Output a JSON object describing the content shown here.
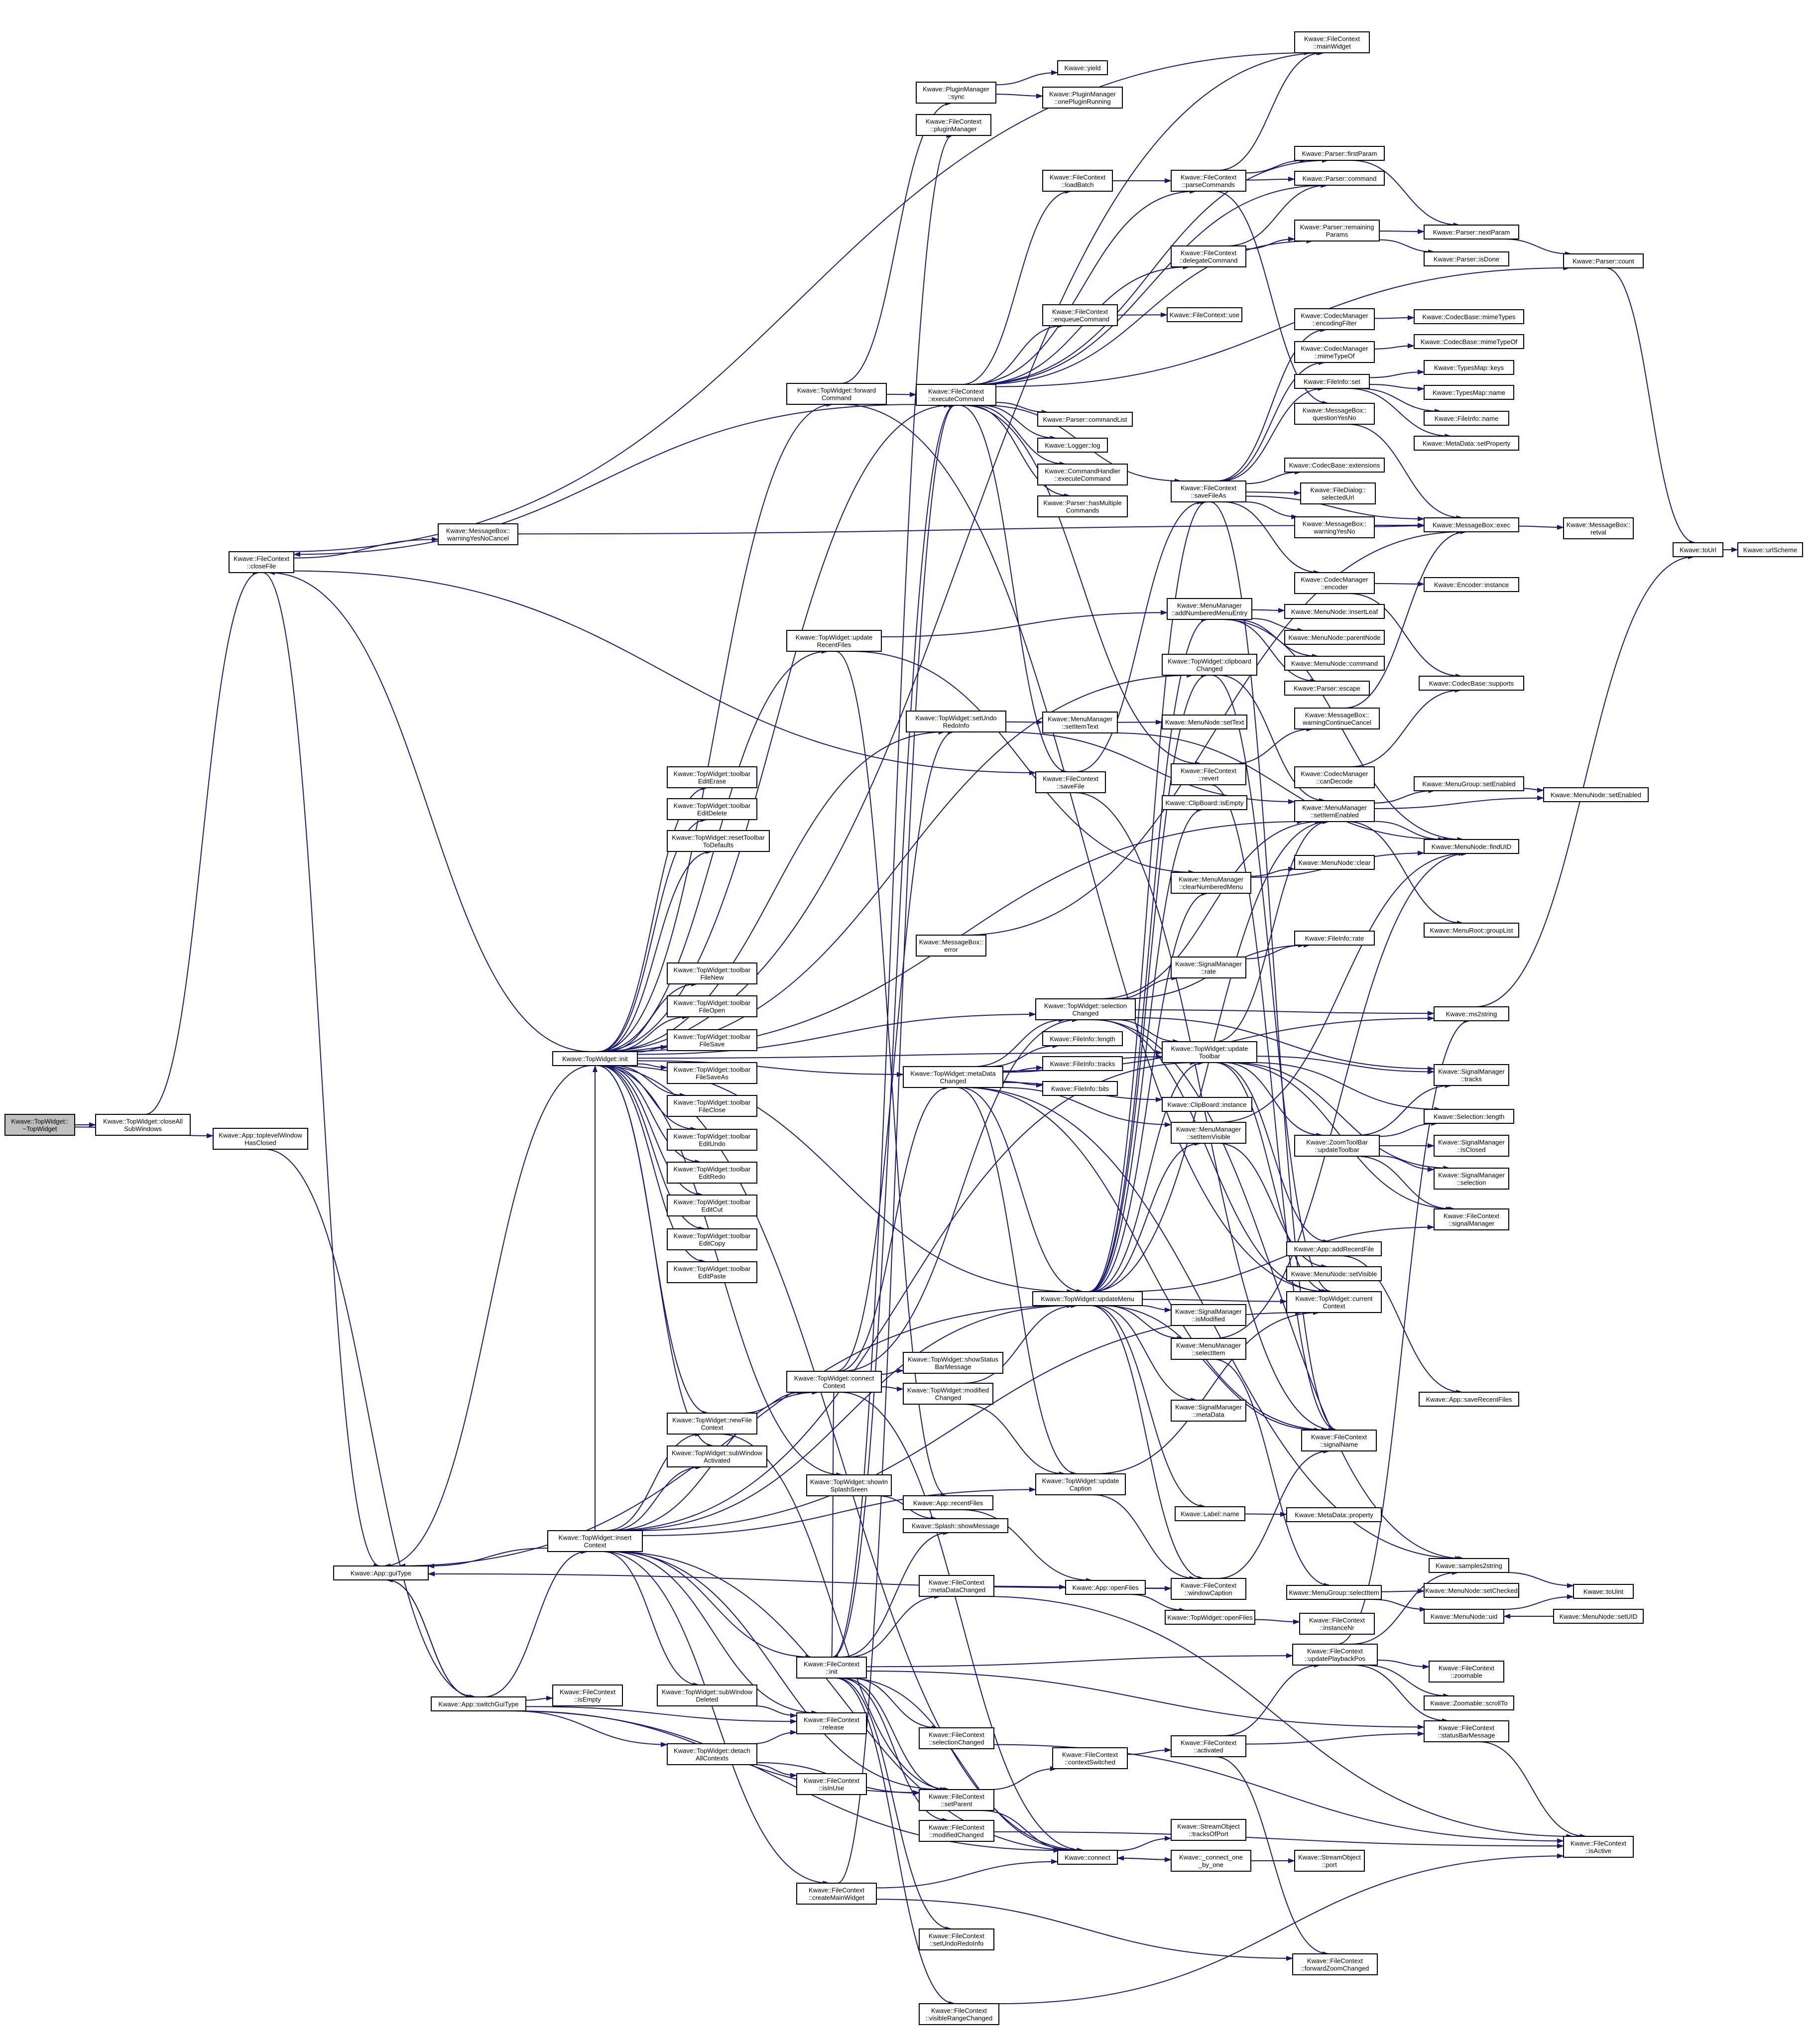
{
  "colors": {
    "edge": "#191970",
    "node_border": "#000000",
    "root_fill": "#bfbfbf",
    "background": "#ffffff"
  },
  "nodes": [
    {
      "id": "root",
      "lines": [
        "Kwave::TopWidget::",
        "~TopWidget"
      ],
      "root": true
    },
    {
      "id": "closeAll",
      "lines": [
        "Kwave::TopWidget::closeAll",
        "SubWindows"
      ]
    },
    {
      "id": "toplevelClosed",
      "lines": [
        "Kwave::App::toplevelWindow",
        "HasClosed"
      ]
    },
    {
      "id": "closeFile",
      "lines": [
        "Kwave::FileContext",
        "::closeFile"
      ]
    },
    {
      "id": "warnYNC",
      "lines": [
        "Kwave::MessageBox::",
        "warningYesNoCancel"
      ]
    },
    {
      "id": "guiType",
      "lines": [
        "Kwave::App::guiType"
      ]
    },
    {
      "id": "switchGui",
      "lines": [
        "Kwave::App::switchGuiType"
      ]
    },
    {
      "id": "insertCtx",
      "lines": [
        "Kwave::TopWidget::insert",
        "Context"
      ]
    },
    {
      "id": "twInit",
      "lines": [
        "Kwave::TopWidget::init"
      ]
    },
    {
      "id": "fwdCmd",
      "lines": [
        "Kwave::TopWidget::forward",
        "Command"
      ]
    },
    {
      "id": "updRecent",
      "lines": [
        "Kwave::TopWidget::update",
        "RecentFiles"
      ]
    },
    {
      "id": "tbEditErase",
      "lines": [
        "Kwave::TopWidget::toolbar",
        "EditErase"
      ]
    },
    {
      "id": "tbEditDelete",
      "lines": [
        "Kwave::TopWidget::toolbar",
        "EditDelete"
      ]
    },
    {
      "id": "resetToolbar",
      "lines": [
        "Kwave::TopWidget::resetToolbar",
        "ToDefaults"
      ]
    },
    {
      "id": "tbFileNew",
      "lines": [
        "Kwave::TopWidget::toolbar",
        "FileNew"
      ]
    },
    {
      "id": "tbFileOpen",
      "lines": [
        "Kwave::TopWidget::toolbar",
        "FileOpen"
      ]
    },
    {
      "id": "tbFileSave",
      "lines": [
        "Kwave::TopWidget::toolbar",
        "FileSave"
      ]
    },
    {
      "id": "tbFileSaveAs",
      "lines": [
        "Kwave::TopWidget::toolbar",
        "FileSaveAs"
      ]
    },
    {
      "id": "tbFileClose",
      "lines": [
        "Kwave::TopWidget::toolbar",
        "FileClose"
      ]
    },
    {
      "id": "tbEditUndo",
      "lines": [
        "Kwave::TopWidget::toolbar",
        "EditUndo"
      ]
    },
    {
      "id": "tbEditRedo",
      "lines": [
        "Kwave::TopWidget::toolbar",
        "EditRedo"
      ]
    },
    {
      "id": "tbEditCut",
      "lines": [
        "Kwave::TopWidget::toolbar",
        "EditCut"
      ]
    },
    {
      "id": "tbEditCopy",
      "lines": [
        "Kwave::TopWidget::toolbar",
        "EditCopy"
      ]
    },
    {
      "id": "tbEditPaste",
      "lines": [
        "Kwave::TopWidget::toolbar",
        "EditPaste"
      ]
    },
    {
      "id": "connectCtx",
      "lines": [
        "Kwave::TopWidget::connect",
        "Context"
      ]
    },
    {
      "id": "newFileCtx",
      "lines": [
        "Kwave::TopWidget::newFile",
        "Context"
      ]
    },
    {
      "id": "subWinAct",
      "lines": [
        "Kwave::TopWidget::subWindow",
        "Activated"
      ]
    },
    {
      "id": "showSplash",
      "lines": [
        "Kwave::TopWidget::showIn",
        "SplashSreen"
      ]
    },
    {
      "id": "isEmptyFC",
      "lines": [
        "Kwave::FileContext",
        "::isEmpty"
      ]
    },
    {
      "id": "subWinDel",
      "lines": [
        "Kwave::TopWidget::subWindow",
        "Deleted"
      ]
    },
    {
      "id": "detachAll",
      "lines": [
        "Kwave::TopWidget::detach",
        "AllContexts"
      ]
    },
    {
      "id": "release",
      "lines": [
        "Kwave::FileContext",
        "::release"
      ]
    },
    {
      "id": "isInUse",
      "lines": [
        "Kwave::FileContext",
        "::isInUse"
      ]
    },
    {
      "id": "fcInit",
      "lines": [
        "Kwave::FileContext",
        "::init"
      ]
    },
    {
      "id": "createMain",
      "lines": [
        "Kwave::FileContext",
        "::createMainWidget"
      ]
    },
    {
      "id": "pmSync",
      "lines": [
        "Kwave::PluginManager",
        "::sync"
      ]
    },
    {
      "id": "pluginMgr",
      "lines": [
        "Kwave::FileContext",
        "::pluginManager"
      ]
    },
    {
      "id": "execCmd",
      "lines": [
        "Kwave::FileContext",
        "::executeCommand"
      ]
    },
    {
      "id": "loadBatch",
      "lines": [
        "Kwave::FileContext",
        "::loadBatch"
      ]
    },
    {
      "id": "enqueueCmd",
      "lines": [
        "Kwave::FileContext",
        "::enqueueCommand"
      ]
    },
    {
      "id": "cmdList",
      "lines": [
        "Kwave::Parser::commandList"
      ]
    },
    {
      "id": "loggerLog",
      "lines": [
        "Kwave::Logger::log"
      ]
    },
    {
      "id": "chExec",
      "lines": [
        "Kwave::CommandHandler",
        "::executeCommand"
      ]
    },
    {
      "id": "hasMulti",
      "lines": [
        "Kwave::Parser::hasMultiple",
        "Commands"
      ]
    },
    {
      "id": "setUndoRedo",
      "lines": [
        "Kwave::TopWidget::setUndo",
        "RedoInfo"
      ]
    },
    {
      "id": "saveFile",
      "lines": [
        "Kwave::FileContext",
        "::saveFile"
      ]
    },
    {
      "id": "msgError",
      "lines": [
        "Kwave::MessageBox::",
        "error"
      ]
    },
    {
      "id": "selChanged",
      "lines": [
        "Kwave::TopWidget::selection",
        "Changed"
      ]
    },
    {
      "id": "metaChanged",
      "lines": [
        "Kwave::TopWidget::metaData",
        "Changed"
      ]
    },
    {
      "id": "updateMenu",
      "lines": [
        "Kwave::TopWidget::updateMenu"
      ]
    },
    {
      "id": "showStatus",
      "lines": [
        "Kwave::TopWidget::showStatus",
        "BarMessage"
      ]
    },
    {
      "id": "modChangedTW",
      "lines": [
        "Kwave::TopWidget::modified",
        "Changed"
      ]
    },
    {
      "id": "updCaption",
      "lines": [
        "Kwave::TopWidget::update",
        "Caption"
      ]
    },
    {
      "id": "recentFiles",
      "lines": [
        "Kwave::App::recentFiles"
      ]
    },
    {
      "id": "splashMsg",
      "lines": [
        "Kwave::Splash::showMessage"
      ]
    },
    {
      "id": "fcMetaChanged",
      "lines": [
        "Kwave::FileContext",
        "::metaDataChanged"
      ]
    },
    {
      "id": "openFilesApp",
      "lines": [
        "Kwave::App::openFiles"
      ]
    },
    {
      "id": "openFilesTW",
      "lines": [
        "Kwave::TopWidget::openFiles"
      ]
    },
    {
      "id": "fcSelChanged",
      "lines": [
        "Kwave::FileContext",
        "::selectionChanged"
      ]
    },
    {
      "id": "setParent",
      "lines": [
        "Kwave::FileContext",
        "::setParent"
      ]
    },
    {
      "id": "fcModChanged",
      "lines": [
        "Kwave::FileContext",
        "::modifiedChanged"
      ]
    },
    {
      "id": "ctxSwitched",
      "lines": [
        "Kwave::FileContext",
        "::contextSwitched"
      ]
    },
    {
      "id": "connect",
      "lines": [
        "Kwave::connect"
      ]
    },
    {
      "id": "setUndoFC",
      "lines": [
        "Kwave::FileContext",
        "::setUndoRedoInfo"
      ]
    },
    {
      "id": "visRange",
      "lines": [
        "Kwave::FileContext",
        "::visibleRangeChanged"
      ]
    },
    {
      "id": "yield",
      "lines": [
        "Kwave::yield"
      ]
    },
    {
      "id": "onePlugin",
      "lines": [
        "Kwave::PluginManager",
        "::onePluginRunning"
      ]
    },
    {
      "id": "parseCmds",
      "lines": [
        "Kwave::FileContext",
        "::parseCommands"
      ]
    },
    {
      "id": "delegateCmd",
      "lines": [
        "Kwave::FileContext",
        "::delegateCommand"
      ]
    },
    {
      "id": "fcUse",
      "lines": [
        "Kwave::FileContext::use"
      ]
    },
    {
      "id": "saveFileAs",
      "lines": [
        "Kwave::FileContext",
        "::saveFileAs"
      ]
    },
    {
      "id": "mmAddNum",
      "lines": [
        "Kwave::MenuManager",
        "::addNumberedMenuEntry"
      ]
    },
    {
      "id": "clipChanged",
      "lines": [
        "Kwave::TopWidget::clipboard",
        "Changed"
      ]
    },
    {
      "id": "mmSetText",
      "lines": [
        "Kwave::MenuManager",
        "::setItemText"
      ]
    },
    {
      "id": "mnSetText",
      "lines": [
        "Kwave::MenuNode::setText"
      ]
    },
    {
      "id": "revert",
      "lines": [
        "Kwave::FileContext",
        "::revert"
      ]
    },
    {
      "id": "clipIsEmpty",
      "lines": [
        "Kwave::ClipBoard::isEmpty"
      ]
    },
    {
      "id": "mmClearNum",
      "lines": [
        "Kwave::MenuManager",
        "::clearNumberedMenu"
      ]
    },
    {
      "id": "smRate",
      "lines": [
        "Kwave::SignalManager",
        "::rate"
      ]
    },
    {
      "id": "fiLength",
      "lines": [
        "Kwave::FileInfo::length"
      ]
    },
    {
      "id": "fiTracks",
      "lines": [
        "Kwave::FileInfo::tracks"
      ]
    },
    {
      "id": "fiBits",
      "lines": [
        "Kwave::FileInfo::bits"
      ]
    },
    {
      "id": "updToolbar",
      "lines": [
        "Kwave::TopWidget::update",
        "Toolbar"
      ]
    },
    {
      "id": "clipInstance",
      "lines": [
        "Kwave::ClipBoard::instance"
      ]
    },
    {
      "id": "mmSetVisible",
      "lines": [
        "Kwave::MenuManager",
        "::setItemVisible"
      ]
    },
    {
      "id": "smIsModified",
      "lines": [
        "Kwave::SignalManager",
        "::isModified"
      ]
    },
    {
      "id": "mmSelectItem",
      "lines": [
        "Kwave::MenuManager",
        "::selectItem"
      ]
    },
    {
      "id": "smMetaData",
      "lines": [
        "Kwave::SignalManager",
        "::metaData"
      ]
    },
    {
      "id": "labelName",
      "lines": [
        "Kwave::Label::name"
      ]
    },
    {
      "id": "windowCaption",
      "lines": [
        "Kwave::FileContext",
        "::windowCaption"
      ]
    },
    {
      "id": "instanceNr",
      "lines": [
        "Kwave::FileContext",
        "::instanceNr"
      ]
    },
    {
      "id": "updPlayback",
      "lines": [
        "Kwave::FileContext",
        "::updatePlaybackPos"
      ]
    },
    {
      "id": "fcActivated",
      "lines": [
        "Kwave::FileContext",
        "::activated"
      ]
    },
    {
      "id": "tracksOfPort",
      "lines": [
        "Kwave::StreamObject",
        "::tracksOfPort"
      ]
    },
    {
      "id": "connectOne",
      "lines": [
        "Kwave::_connect_one",
        "_by_one"
      ]
    },
    {
      "id": "soPort",
      "lines": [
        "Kwave::StreamObject",
        "::port"
      ]
    },
    {
      "id": "mainWidget",
      "lines": [
        "Kwave::FileContext",
        "::mainWidget"
      ]
    },
    {
      "id": "firstParam",
      "lines": [
        "Kwave::Parser::firstParam"
      ]
    },
    {
      "id": "parserCmd",
      "lines": [
        "Kwave::Parser::command"
      ]
    },
    {
      "id": "remParams",
      "lines": [
        "Kwave::Parser::remaining",
        "Params"
      ]
    },
    {
      "id": "cmEncFilter",
      "lines": [
        "Kwave::CodecManager",
        "::encodingFilter"
      ]
    },
    {
      "id": "cmMimeTypeOf",
      "lines": [
        "Kwave::CodecManager",
        "::mimeTypeOf"
      ]
    },
    {
      "id": "fiSet",
      "lines": [
        "Kwave::FileInfo::set"
      ]
    },
    {
      "id": "mbQYesNo",
      "lines": [
        "Kwave::MessageBox::",
        "questionYesNo"
      ]
    },
    {
      "id": "cbExtensions",
      "lines": [
        "Kwave::CodecBase::extensions"
      ]
    },
    {
      "id": "fdSelUrl",
      "lines": [
        "Kwave::FileDialog::",
        "selectedUrl"
      ]
    },
    {
      "id": "mbWarnYesNo",
      "lines": [
        "Kwave::MessageBox::",
        "warningYesNo"
      ]
    },
    {
      "id": "cmEncoder",
      "lines": [
        "Kwave::CodecManager",
        "::encoder"
      ]
    },
    {
      "id": "mnInsertLeaf",
      "lines": [
        "Kwave::MenuNode::insertLeaf"
      ]
    },
    {
      "id": "mnParentNode",
      "lines": [
        "Kwave::MenuNode::parentNode"
      ]
    },
    {
      "id": "mnCommand",
      "lines": [
        "Kwave::MenuNode::command"
      ]
    },
    {
      "id": "parserEscape",
      "lines": [
        "Kwave::Parser::escape"
      ]
    },
    {
      "id": "mbWarnContCancel",
      "lines": [
        "Kwave::MessageBox::",
        "warningContinueCancel"
      ]
    },
    {
      "id": "cmCanDecode",
      "lines": [
        "Kwave::CodecManager",
        "::canDecode"
      ]
    },
    {
      "id": "mmSetEnabled",
      "lines": [
        "Kwave::MenuManager",
        "::setItemEnabled"
      ]
    },
    {
      "id": "mnClear",
      "lines": [
        "Kwave::MenuNode::clear"
      ]
    },
    {
      "id": "fiRate",
      "lines": [
        "Kwave::FileInfo::rate"
      ]
    },
    {
      "id": "ztbUpdate",
      "lines": [
        "Kwave::ZoomToolBar",
        "::updateToolbar"
      ]
    },
    {
      "id": "addRecentFile",
      "lines": [
        "Kwave::App::addRecentFile"
      ]
    },
    {
      "id": "mnSetVisible",
      "lines": [
        "Kwave::MenuNode::setVisible"
      ]
    },
    {
      "id": "currentCtx",
      "lines": [
        "Kwave::TopWidget::current",
        "Context"
      ]
    },
    {
      "id": "signalName",
      "lines": [
        "Kwave::FileContext",
        "::signalName"
      ]
    },
    {
      "id": "mdProperty",
      "lines": [
        "Kwave::MetaData::property"
      ]
    },
    {
      "id": "mgSelectItem",
      "lines": [
        "Kwave::MenuGroup::selectItem"
      ]
    },
    {
      "id": "fcInstance",
      "lines": [
        "Kwave::FileContext",
        "::instanceNr"
      ]
    },
    {
      "id": "nextParam",
      "lines": [
        "Kwave::Parser::nextParam"
      ]
    },
    {
      "id": "parserIsDone",
      "lines": [
        "Kwave::Parser::isDone"
      ]
    },
    {
      "id": "parserCount",
      "lines": [
        "Kwave::Parser::count"
      ]
    },
    {
      "id": "cbMimeTypes",
      "lines": [
        "Kwave::CodecBase::mimeTypes"
      ]
    },
    {
      "id": "cbMimeTypeOf",
      "lines": [
        "Kwave::CodecBase::mimeTypeOf"
      ]
    },
    {
      "id": "tmKeys",
      "lines": [
        "Kwave::TypesMap::keys"
      ]
    },
    {
      "id": "tmName",
      "lines": [
        "Kwave::TypesMap::name"
      ]
    },
    {
      "id": "fiName",
      "lines": [
        "Kwave::FileInfo::name"
      ]
    },
    {
      "id": "mdSetProperty",
      "lines": [
        "Kwave::MetaData::setProperty"
      ]
    },
    {
      "id": "mbExec",
      "lines": [
        "Kwave::MessageBox::exec"
      ]
    },
    {
      "id": "encInstance",
      "lines": [
        "Kwave::Encoder::instance"
      ]
    },
    {
      "id": "cbSupports",
      "lines": [
        "Kwave::CodecBase::supports"
      ]
    },
    {
      "id": "mgSetEnabled",
      "lines": [
        "Kwave::MenuGroup::setEnabled"
      ]
    },
    {
      "id": "mnSetEnabled",
      "lines": [
        "Kwave::MenuNode::setEnabled"
      ]
    },
    {
      "id": "mnFindUID",
      "lines": [
        "Kwave::MenuNode::findUID"
      ]
    },
    {
      "id": "mrGroupList",
      "lines": [
        "Kwave::MenuRoot::groupList"
      ]
    },
    {
      "id": "ms2string",
      "lines": [
        "Kwave::ms2string"
      ]
    },
    {
      "id": "smTracks",
      "lines": [
        "Kwave::SignalManager",
        "::tracks"
      ]
    },
    {
      "id": "selLength",
      "lines": [
        "Kwave::Selection::length"
      ]
    },
    {
      "id": "smIsClosed",
      "lines": [
        "Kwave::SignalManager",
        "::isClosed"
      ]
    },
    {
      "id": "smSelection",
      "lines": [
        "Kwave::SignalManager",
        "::selection"
      ]
    },
    {
      "id": "fcSignalMgr",
      "lines": [
        "Kwave::FileContext",
        "::signalManager"
      ]
    },
    {
      "id": "saveRecent",
      "lines": [
        "Kwave::App::saveRecentFiles"
      ]
    },
    {
      "id": "samples2string",
      "lines": [
        "Kwave::samples2string"
      ]
    },
    {
      "id": "mnSetChecked",
      "lines": [
        "Kwave::MenuNode::setChecked"
      ]
    },
    {
      "id": "mnUid",
      "lines": [
        "Kwave::MenuNode::uid"
      ]
    },
    {
      "id": "fcZoomable",
      "lines": [
        "Kwave::FileContext",
        "::zoomable"
      ]
    },
    {
      "id": "zScrollTo",
      "lines": [
        "Kwave::Zoomable::scrollTo"
      ]
    },
    {
      "id": "statusBarMsg",
      "lines": [
        "Kwave::FileContext",
        "::statusBarMessage"
      ]
    },
    {
      "id": "isActive",
      "lines": [
        "Kwave::FileContext",
        "::isActive"
      ]
    },
    {
      "id": "fwdZoom",
      "lines": [
        "Kwave::FileContext",
        "::forwardZoomChanged"
      ]
    },
    {
      "id": "mbRetval",
      "lines": [
        "Kwave::MessageBox::",
        "retval"
      ]
    },
    {
      "id": "toUrl",
      "lines": [
        "Kwave::toUrl"
      ]
    },
    {
      "id": "toUint",
      "lines": [
        "Kwave::toUint"
      ]
    },
    {
      "id": "mnSetUID",
      "lines": [
        "Kwave::MenuNode::setUID"
      ]
    },
    {
      "id": "urlScheme",
      "lines": [
        "Kwave::urlScheme"
      ]
    }
  ]
}
